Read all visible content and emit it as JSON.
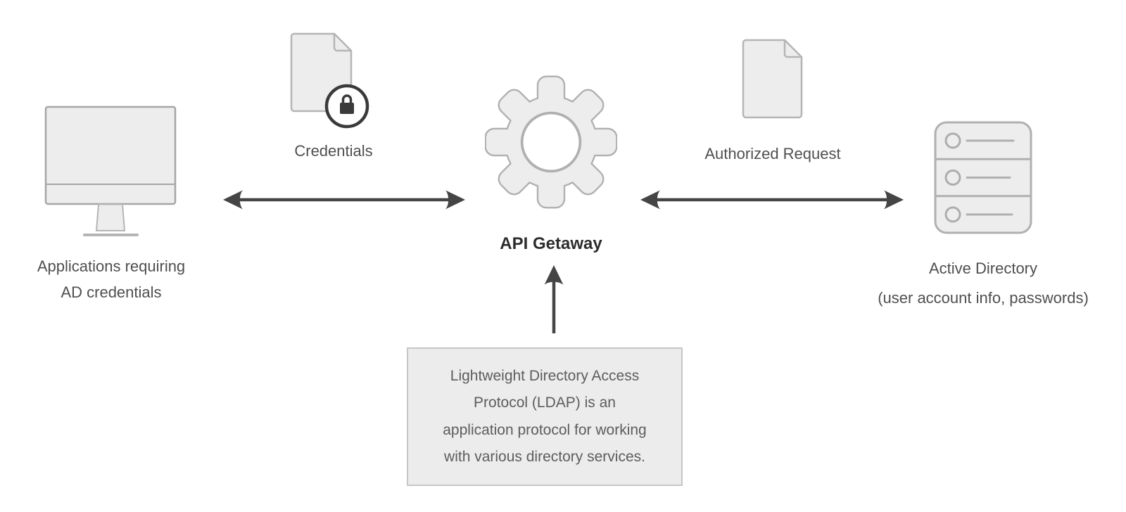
{
  "nodes": {
    "applications": {
      "icon": "desktop-computer-icon",
      "caption_lines": [
        "Applications requiring",
        "AD credentials"
      ]
    },
    "credentials": {
      "icon": "document-lock-icon",
      "caption": "Credentials"
    },
    "api_gateway": {
      "icon": "gear-icon",
      "caption": "API Getaway"
    },
    "authorized_request": {
      "icon": "document-icon",
      "caption": "Authorized Request"
    },
    "active_directory": {
      "icon": "server-icon",
      "caption_lines": [
        "Active Directory",
        "(user account info, passwords)"
      ]
    }
  },
  "note_box": {
    "lines": [
      "Lightweight Directory Access",
      "Protocol (LDAP) is an",
      "application protocol for working",
      "with various directory services."
    ]
  },
  "connectors": [
    {
      "from": "applications",
      "to": "api_gateway",
      "type": "double-headed-arrow"
    },
    {
      "from": "api_gateway",
      "to": "active_directory",
      "type": "double-headed-arrow"
    },
    {
      "from": "note_box",
      "to": "api_gateway",
      "type": "single-arrow-up"
    }
  ],
  "colors": {
    "background": "#ffffff",
    "icon_fill": "#ededed",
    "icon_stroke": "#b0b0b0",
    "arrow": "#454545",
    "caption_text": "#4f4f4f",
    "title_text": "#2d2d2d",
    "note_text": "#5d5d5d",
    "note_border": "#c6c6c6",
    "lock_badge": "#3a3a3a"
  }
}
